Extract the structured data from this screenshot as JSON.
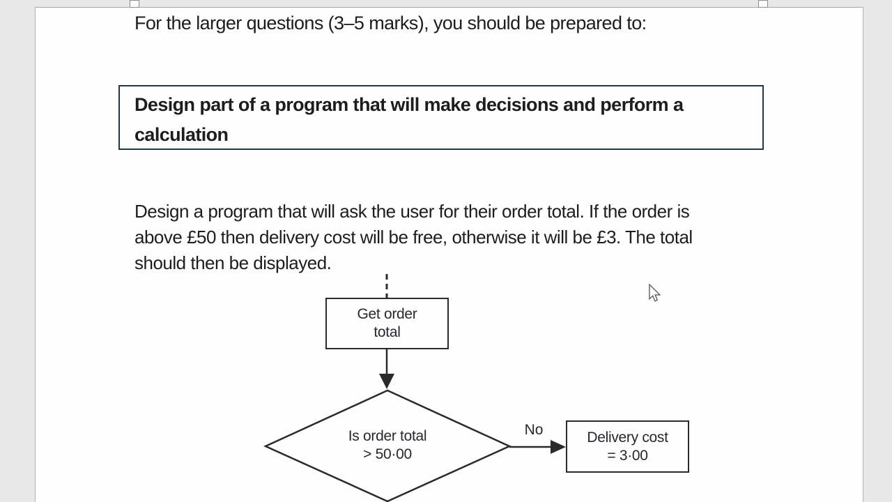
{
  "page": {
    "intro_line": "For the larger questions (3–5 marks), you should be prepared to:",
    "heading": {
      "lines": [
        "Design part of a program that will make decisions and perform a",
        "calculation"
      ]
    },
    "body": {
      "lines": [
        "Design a program that will ask the user for their order total. If the order is",
        "above £50 then delivery cost will be free, otherwise it will be £3. The total",
        "should then be displayed."
      ]
    }
  },
  "flowchart": {
    "process_get_order": {
      "lines": [
        "Get order",
        "total"
      ]
    },
    "decision": {
      "lines": [
        "Is order total",
        "> 50·00"
      ]
    },
    "no_label": "No",
    "process_delivery": {
      "lines": [
        "Delivery cost",
        "= 3·00"
      ]
    }
  },
  "colors": {
    "workspace_background": "#e7e7e7",
    "page_background": "#fefefe",
    "heading_border": "#24374a",
    "flow_stroke": "#2a2a2a",
    "text": "#1d1d1d"
  }
}
